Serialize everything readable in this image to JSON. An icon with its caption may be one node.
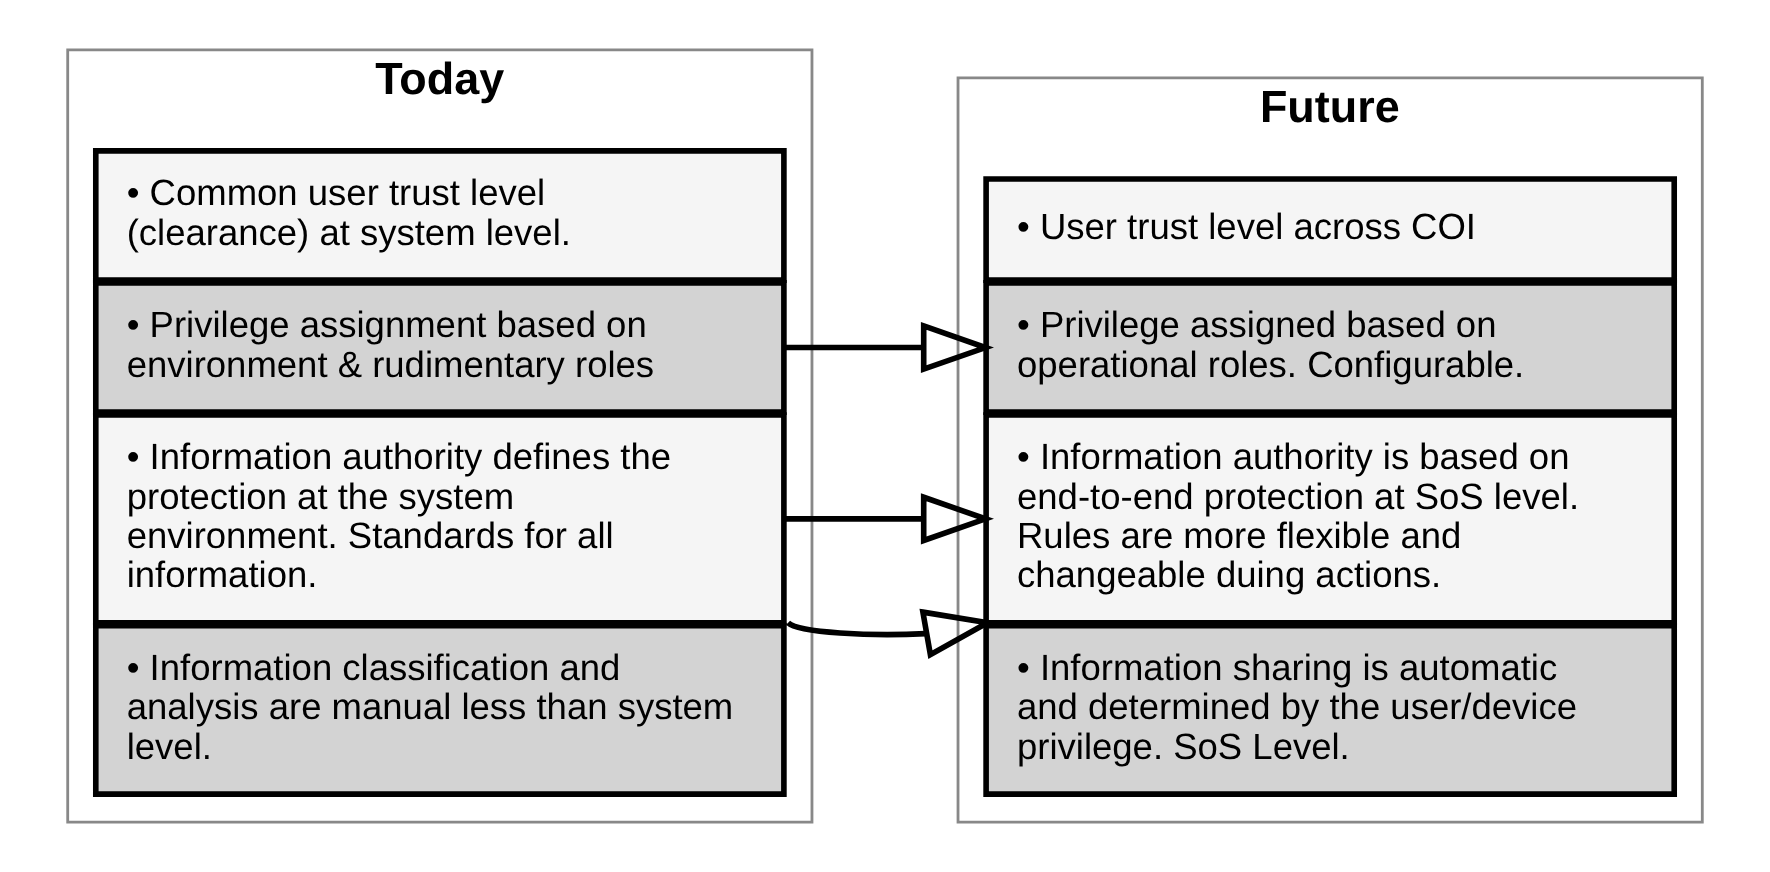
{
  "diagram": {
    "nodes": [
      {
        "text": [
          "Today"
        ]
      },
      {
        "text": [
          "• Common user trust level (clearance) at system level."
        ],
        "in": 0
      },
      {
        "text": [
          "• Privilege assignment based on environment & rudimentary roles"
        ],
        "in": 0
      },
      {
        "text": [
          "• Information authority defines the protection at the system environment. Standards for all information."
        ],
        "in": 0
      },
      {
        "text": [
          "• Information classification and analysis are manual less than system level."
        ],
        "in": 0
      },
      {
        "text": [
          "Future"
        ]
      },
      {
        "text": [
          "• User trust level across COI"
        ],
        "in": 5
      },
      {
        "text": [
          "• Privilege assigned based on operational roles. Configurable."
        ],
        "in": 5
      },
      {
        "text": [
          "• Information authority is based on end-to-end protection at SoS level. Rules are more flexible and changeable duing actions."
        ],
        "in": 5
      },
      {
        "text": [
          "• Information sharing is automatic and determined by the user/device privilege. SoS Level."
        ],
        "in": 5
      }
    ],
    "edges": [
      {
        "from": 2,
        "to": 7,
        "arrow": "to"
      },
      {
        "from": 3,
        "to": 8,
        "arrow": "to"
      },
      {
        "from": 3,
        "to": 8,
        "arrow": "to"
      }
    ]
  }
}
